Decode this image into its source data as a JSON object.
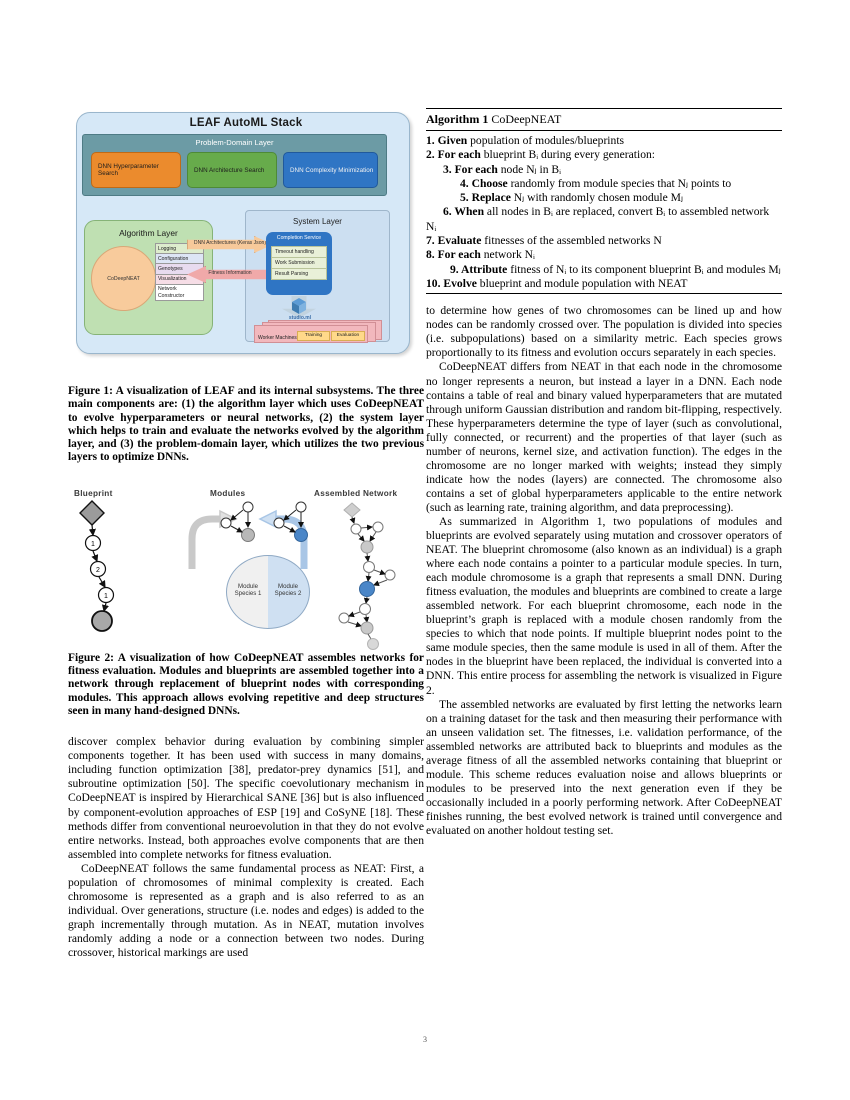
{
  "page": {
    "number": "3"
  },
  "figure1": {
    "title": "LEAF AutoML Stack",
    "problem_domain_layer": {
      "title": "Problem-Domain Layer",
      "boxes": [
        {
          "label": "DNN Hyperparameter Search",
          "color": "#eb8b2d"
        },
        {
          "label": "DNN Architecture Search",
          "color": "#67ab4b"
        },
        {
          "label": "DNN Complexity Minimization",
          "color": "#2f75c4"
        }
      ]
    },
    "algorithm_layer": {
      "title": "Algorithm Layer",
      "core": "CoDeepNEAT",
      "items": [
        "Logging",
        "Configuration",
        "Genotypes",
        "Visualization",
        "Network Constructor"
      ]
    },
    "system_layer": {
      "title": "System Layer",
      "completion_service": "Completion Service",
      "completion_items": [
        "Timeout handling",
        "Work Submission",
        "Result Parsing"
      ],
      "studio_label": "studio.ml",
      "worker_label": "Worker Machines",
      "worker_pills": [
        "Training",
        "Evaluation"
      ]
    },
    "arrows": {
      "forward": "DNN Architectures (Keras Json)",
      "backward": "Fitness Information"
    },
    "caption": "Figure 1: A visualization of LEAF and its internal subsystems. The three main components are: (1) the algorithm layer which uses CoDeepNEAT to evolve hyperparameters or neural networks, (2) the system layer which helps to train and evaluate the networks evolved by the algorithm layer, and (3) the problem-domain layer, which utilizes the two previous layers to optimize DNNs."
  },
  "figure2": {
    "headings": {
      "blueprint": "Blueprint",
      "modules": "Modules",
      "assembled": "Assembled Network"
    },
    "blueprint_node_labels": [
      "1",
      "2",
      "1"
    ],
    "pie": {
      "species_1": "Module Species 1",
      "species_2": "Module Species 2"
    },
    "caption": "Figure 2: A visualization of how CoDeepNEAT assembles networks for fitness evaluation. Modules and blueprints are assembled together into a network through replacement of blueprint nodes with corresponding modules. This approach allows evolving repetitive and deep structures seen in many hand-designed DNNs."
  },
  "algorithm": {
    "header_bold": "Algorithm 1",
    "header_rest": " CoDeepNEAT",
    "lines": [
      {
        "indent": 0,
        "bold": "1. Given",
        "rest": " population of modules/blueprints"
      },
      {
        "indent": 0,
        "bold": "2. For each",
        "rest": " blueprint Bᵢ during every generation:"
      },
      {
        "indent": 1,
        "bold": "3. For each",
        "rest": " node Nⱼ in Bᵢ"
      },
      {
        "indent": 2,
        "bold": "4. Choose",
        "rest": " randomly from module species that Nⱼ points to"
      },
      {
        "indent": 2,
        "bold": "5. Replace",
        "rest": " Nⱼ with randomly chosen module Mⱼ"
      },
      {
        "indent": 1,
        "bold": "6. When",
        "rest": " all nodes in Bᵢ are replaced, convert Bᵢ to assembled network Nᵢ"
      },
      {
        "indent": 0,
        "bold": "7. Evaluate",
        "rest": " fitnesses of the assembled networks N"
      },
      {
        "indent": 0,
        "bold": "8. For each",
        "rest": " network Nᵢ"
      },
      {
        "indent": 1,
        "bold": "9. Attribute",
        "rest": " fitness of Nᵢ to its component blueprint Bᵢ and modules Mⱼ"
      },
      {
        "indent": 0,
        "bold": "10. Evolve",
        "rest": " blueprint and module population with NEAT"
      }
    ]
  },
  "left_column": {
    "paragraphs": [
      {
        "indent": false,
        "text": "discover complex behavior during evaluation by combining simpler components together. It has been used with success in many domains, including function optimization [38], predator-prey dynamics [51], and subroutine optimization [50]. The specific coevolutionary mechanism in CoDeepNEAT is inspired by Hierarchical SANE [36] but is also influenced by component-evolution approaches of ESP [19] and CoSyNE [18]. These methods differ from conventional neuroevolution in that they do not evolve entire networks. Instead, both approaches evolve components that are then assembled into complete networks for fitness evaluation."
      },
      {
        "indent": true,
        "text": "CoDeepNEAT follows the same fundamental process as NEAT: First, a population of chromosomes of minimal complexity is created. Each chromosome is represented as a graph and is also referred to as an individual. Over generations, structure (i.e. nodes and edges) is added to the graph incrementally through mutation. As in NEAT, mutation involves randomly adding a node or a connection between two nodes. During crossover, historical markings are used"
      }
    ]
  },
  "right_column": {
    "paragraphs": [
      {
        "indent": false,
        "text": "to determine how genes of two chromosomes can be lined up and how nodes can be randomly crossed over. The population is divided into species (i.e. subpopulations) based on a similarity metric. Each species grows proportionally to its fitness and evolution occurs separately in each species."
      },
      {
        "indent": true,
        "text": "CoDeepNEAT differs from NEAT in that each node in the chromosome no longer represents a neuron, but instead a layer in a DNN. Each node contains a table of real and binary valued hyperparameters that are mutated through uniform Gaussian distribution and random bit-flipping, respectively. These hyperparameters determine the type of layer (such as convolutional, fully connected, or recurrent) and the properties of that layer (such as number of neurons, kernel size, and activation function). The edges in the chromosome are no longer marked with weights; instead they simply indicate how the nodes (layers) are connected. The chromosome also contains a set of global hyperparameters applicable to the entire network (such as learning rate, training algorithm, and data preprocessing)."
      },
      {
        "indent": true,
        "text": "As summarized in Algorithm 1, two populations of modules and blueprints are evolved separately using mutation and crossover operators of NEAT. The blueprint chromosome (also known as an individual) is a graph where each node contains a pointer to a particular module species. In turn, each module chromosome is a graph that represents a small DNN. During fitness evaluation, the modules and blueprints are combined to create a large assembled network. For each blueprint chromosome, each node in the blueprint’s graph is replaced with a module chosen randomly from the species to which that node points. If multiple blueprint nodes point to the same module species, then the same module is used in all of them. After the nodes in the blueprint have been replaced, the individual is converted into a DNN. This entire process for assembling the network is visualized in Figure 2."
      },
      {
        "indent": true,
        "text": "The assembled networks are evaluated by first letting the networks learn on a training dataset for the task and then measuring their performance with an unseen validation set. The fitnesses, i.e. validation performance, of the assembled networks are attributed back to blueprints and modules as the average fitness of all the assembled networks containing that blueprint or module. This scheme reduces evaluation noise and allows blueprints or modules to be preserved into the next generation even if they be occasionally included in a poorly performing network. After CoDeepNEAT finishes running, the best evolved network is trained until convergence and evaluated on another holdout testing set."
      }
    ]
  }
}
